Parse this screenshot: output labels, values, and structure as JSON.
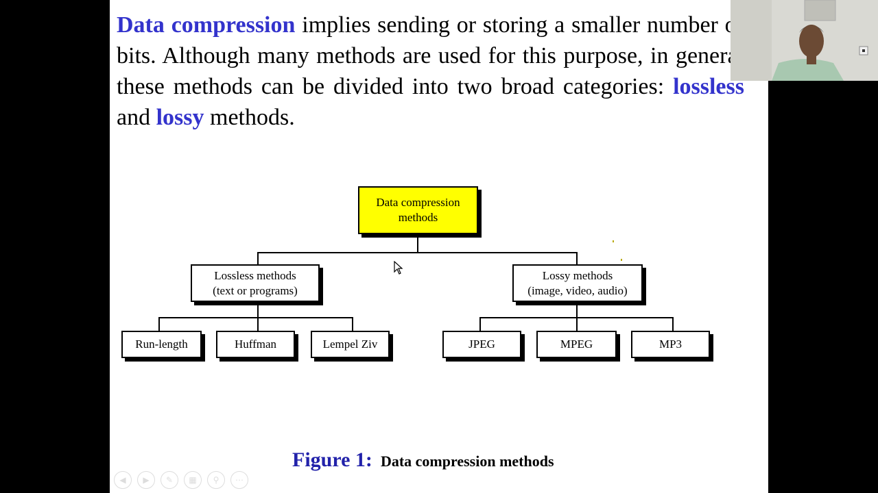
{
  "paragraph": {
    "term": "Data compression",
    "text1": " implies sending or storing a smaller number of bits. Although many methods are used for this purpose, in general these methods can be divided into two broad categories: ",
    "kw1": "lossless",
    "text2": " and ",
    "kw2": "lossy",
    "text3": " methods."
  },
  "diagram": {
    "root": {
      "line1": "Data compression",
      "line2": "methods"
    },
    "lossless": {
      "line1": "Lossless methods",
      "line2": "(text or programs)",
      "children": [
        "Run-length",
        "Huffman",
        "Lempel Ziv"
      ]
    },
    "lossy": {
      "line1": "Lossy methods",
      "line2": "(image, video, audio)",
      "children": [
        "JPEG",
        "MPEG",
        "MP3"
      ]
    }
  },
  "caption": {
    "label": "Figure 1:",
    "text": "Data compression methods"
  },
  "colors": {
    "keyword": "#3333cc",
    "root_fill": "#ffff00",
    "caption_label": "#2222aa"
  },
  "controls": [
    "back-icon",
    "forward-icon",
    "pen-icon",
    "slides-icon",
    "zoom-icon",
    "more-icon"
  ]
}
